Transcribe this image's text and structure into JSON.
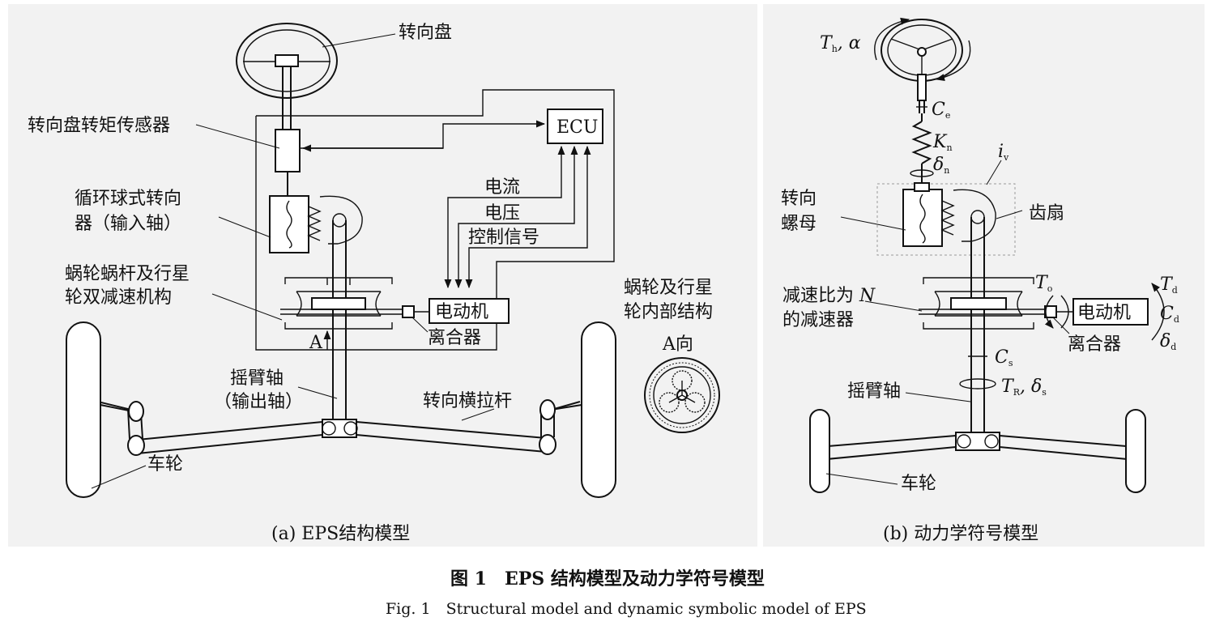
{
  "left": {
    "labels": {
      "steering_wheel": "转向盘",
      "torque_sensor": "转向盘转矩传感器",
      "recirculating_ball": "循环球式转向\n器（输入轴）",
      "worm_planetary": "蜗轮蜗杆及行星\n轮双减速机构",
      "ecu": "ECU",
      "current": "电流",
      "voltage": "电压",
      "control_signal": "控制信号",
      "motor": "电动机",
      "clutch": "离合器",
      "a_mark": "A",
      "pitman_shaft": "摇臂轴\n（输出轴）",
      "tie_rod": "转向横拉杆",
      "wheel": "车轮",
      "inner_structure": "蜗轮及行星\n轮内部结构",
      "a_direction": "A向"
    },
    "caption": "(a) EPS结构模型"
  },
  "right": {
    "labels": {
      "steering_nut": "转向\n螺母",
      "sector": "齿扇",
      "reducer": "减速比为 N\n的减速器",
      "motor": "电动机",
      "clutch": "离合器",
      "pitman_shaft": "摇臂轴",
      "wheel": "车轮"
    },
    "symbols": {
      "Th_main": "T",
      "Th_sub": "h",
      "alpha": ", α",
      "Ce_main": "C",
      "Ce_sub": "e",
      "Kn_main": "K",
      "Kn_sub": "n",
      "dn_main": "δ",
      "dn_sub": "n",
      "iv_main": "i",
      "iv_sub": "v",
      "To_main": "T",
      "To_sub": "o",
      "Td_main": "T",
      "Td_sub": "d",
      "Cd_main": "C",
      "Cd_sub": "d",
      "dd_main": "δ",
      "dd_sub": "d",
      "Cs_main": "C",
      "Cs_sub": "s",
      "TR_main": "T",
      "TR_sub": "R",
      "ds_main": ", δ",
      "ds_sub": "s"
    },
    "caption": "(b) 动力学符号模型"
  },
  "figure_title": "图 1　EPS 结构模型及动力学符号模型",
  "figure_subtitle": "Fig. 1　Structural model and dynamic symbolic model of EPS"
}
